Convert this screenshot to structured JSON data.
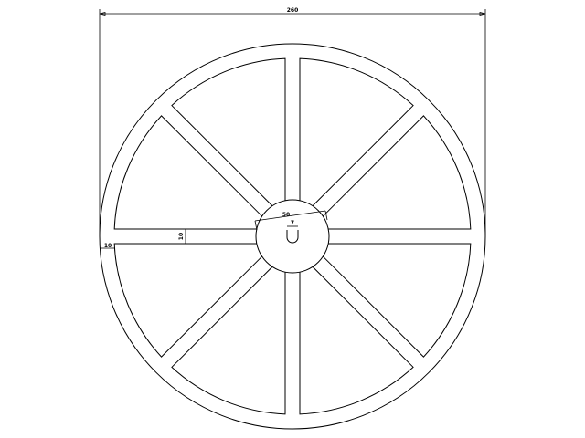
{
  "drawing": {
    "dimensions": {
      "overall_diameter": "260",
      "hub_diameter": "50",
      "center_hole": "7",
      "rim_width": "10",
      "spoke_width": "10"
    },
    "spoke_count": 8,
    "line_color": "#000000",
    "background_color": "#ffffff"
  }
}
